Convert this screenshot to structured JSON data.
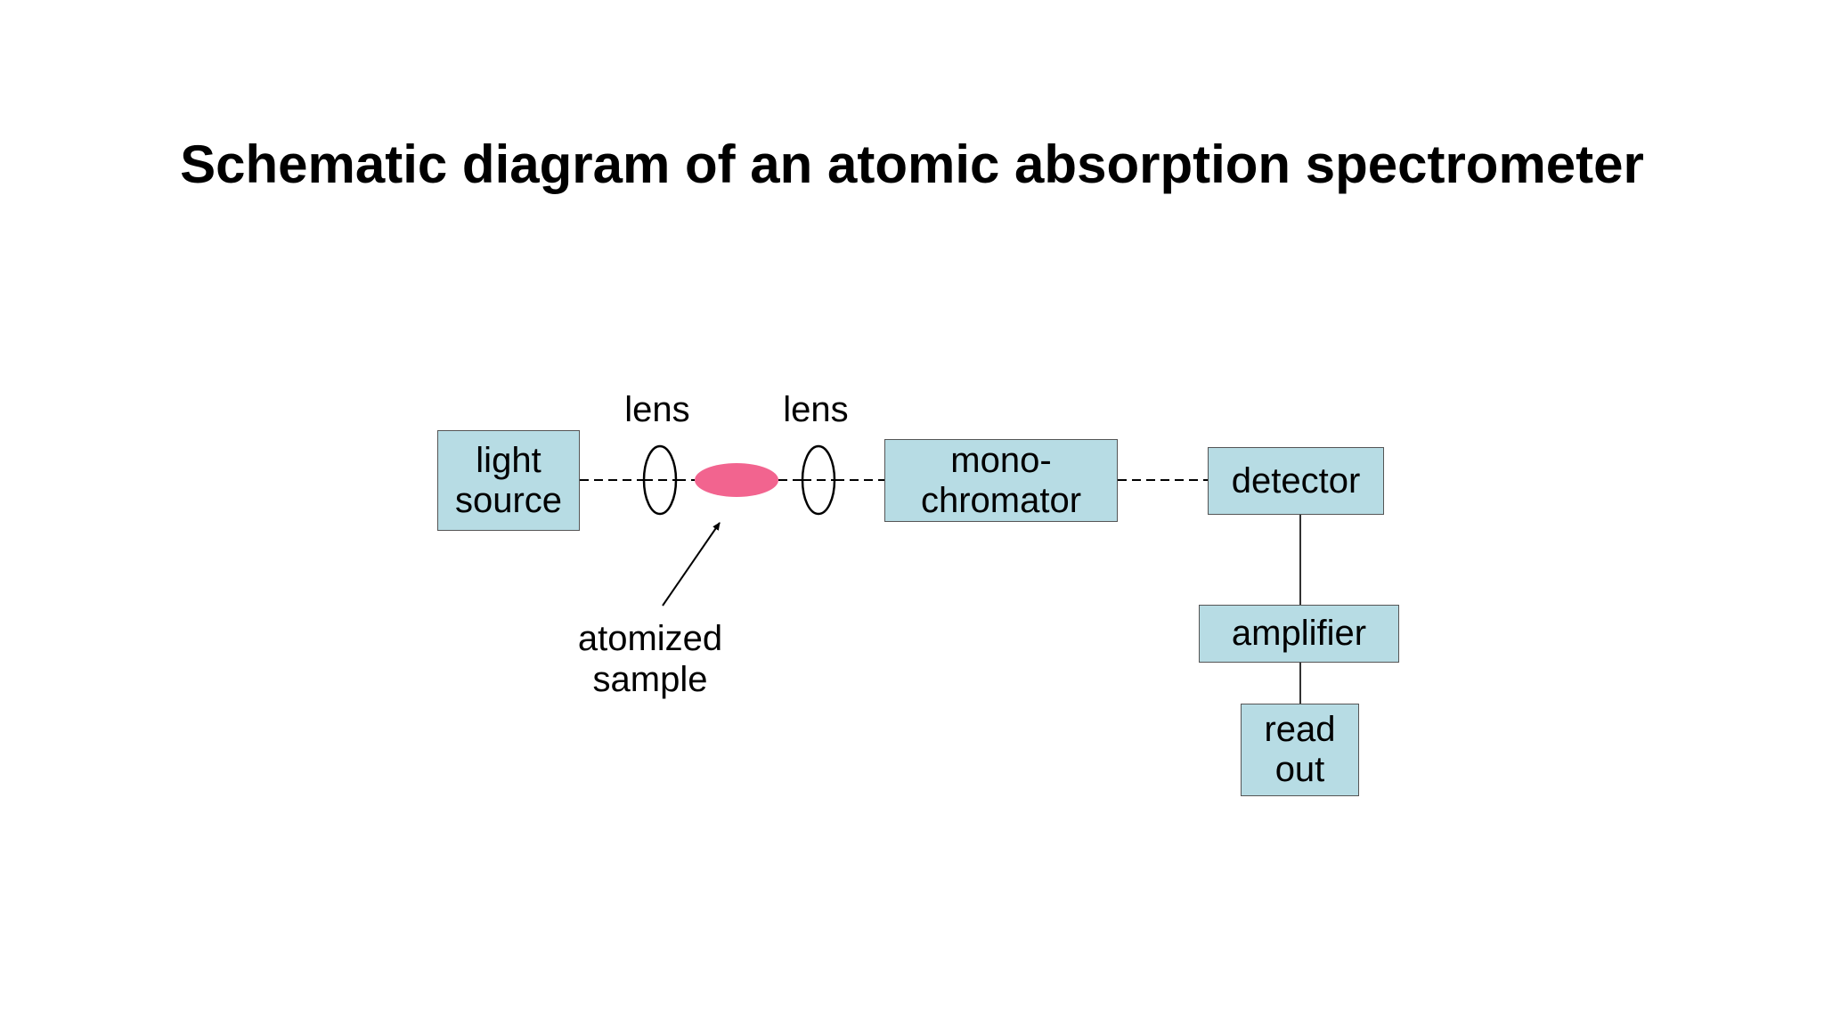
{
  "title": "Schematic diagram of an atomic absorption spectrometer",
  "colors": {
    "box_fill": "#b7dce4",
    "box_border": "#555555",
    "sample_fill": "#f2648f",
    "line": "#000000"
  },
  "components": {
    "light_source": {
      "line1": "light",
      "line2": "source"
    },
    "lens_left": {
      "label": "lens"
    },
    "lens_right": {
      "label": "lens"
    },
    "sample": {
      "line1": "atomized",
      "line2": "sample"
    },
    "monochromator": {
      "line1": "mono-",
      "line2": "chromator"
    },
    "detector": {
      "label": "detector"
    },
    "amplifier": {
      "label": "amplifier"
    },
    "read_out": {
      "line1": "read",
      "line2": "out"
    }
  }
}
